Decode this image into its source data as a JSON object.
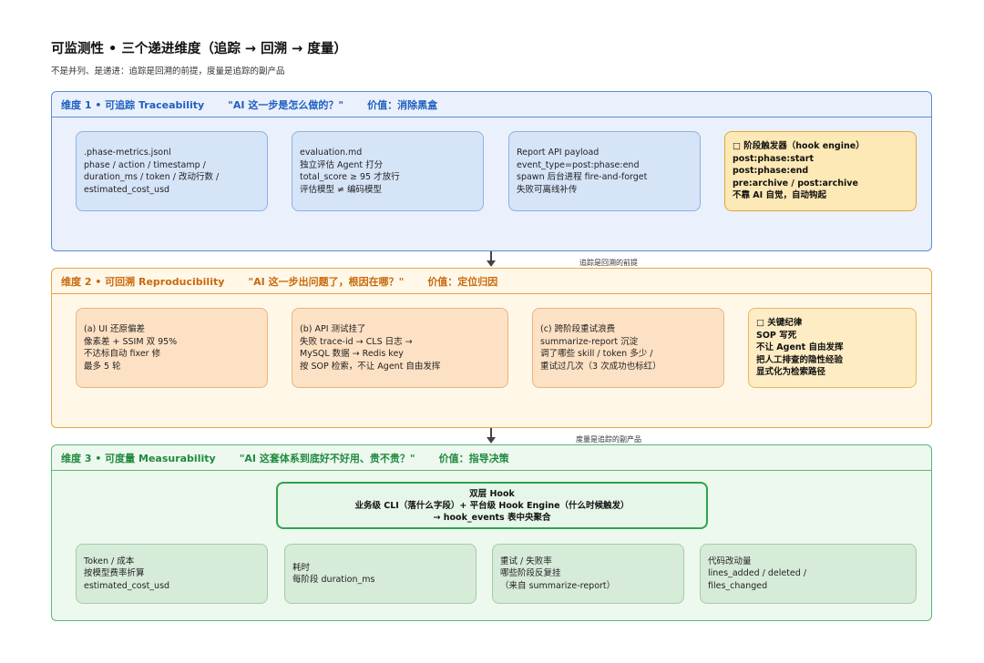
{
  "title": "可监测性 • 三个递进维度（追踪 → 回溯 → 度量）",
  "subtitle": "不是并列、是递进：追踪是回溯的前提，度量是追踪的副产品",
  "dim1": {
    "header": {
      "name": "维度 1 • 可追踪 Traceability",
      "question": "\"AI 这一步是怎么做的？\"",
      "value": "价值：消除黑盒"
    },
    "boxes": [
      {
        "lines": [
          ".phase-metrics.jsonl",
          "phase / action / timestamp /",
          "duration_ms / token / 改动行数 /",
          "estimated_cost_usd"
        ]
      },
      {
        "lines": [
          "evaluation.md",
          "独立评估 Agent 打分",
          "total_score ≥ 95 才放行",
          "评估模型 ≠ 编码模型"
        ]
      },
      {
        "lines": [
          "Report API payload",
          "event_type=post:phase:end",
          "spawn 后台进程 fire-and-forget",
          "失败可离线补传"
        ]
      }
    ],
    "highlight": {
      "lines": [
        "□ 阶段触发器（hook engine）",
        "post:phase:start",
        "post:phase:end",
        "pre:archive / post:archive",
        "不靠 AI 自觉，自动钩起"
      ]
    }
  },
  "arrow1_label": "追踪是回溯的前提",
  "dim2": {
    "header": {
      "name": "维度 2 • 可回溯 Reproducibility",
      "question": "\"AI 这一步出问题了，根因在哪？\"",
      "value": "价值：定位归因"
    },
    "boxes": [
      {
        "lines": [
          "(a) UI 还原偏差",
          "像素差 + SSIM 双 95%",
          "不达标自动 fixer 修",
          "最多 5 轮"
        ]
      },
      {
        "lines": [
          "(b) API 测试挂了",
          "失败 trace-id → CLS 日志 →",
          "MySQL 数据 → Redis key",
          "按 SOP 检索，不让 Agent 自由发挥"
        ]
      },
      {
        "lines": [
          "(c) 跨阶段重试浪费",
          "summarize-report 沉淀",
          "调了哪些 skill / token 多少 /",
          "重试过几次（3 次成功也标红）"
        ]
      }
    ],
    "highlight": {
      "lines": [
        "□ 关键纪律",
        "SOP 写死",
        "不让 Agent 自由发挥",
        "把人工排查的隐性经验",
        "显式化为检索路径"
      ]
    }
  },
  "arrow2_label": "度量是追踪的副产品",
  "dim3": {
    "header": {
      "name": "维度 3 • 可度量 Measurability",
      "question": "\"AI 这套体系到底好不好用、贵不贵？\"",
      "value": "价值：指导决策"
    },
    "hook": {
      "lines": [
        "双层 Hook",
        "业务级 CLI（落什么字段）+ 平台级 Hook Engine（什么时候触发）",
        "→ hook_events 表中央聚合"
      ]
    },
    "boxes": [
      {
        "lines": [
          "Token / 成本",
          "按模型费率折算",
          "estimated_cost_usd"
        ]
      },
      {
        "lines": [
          "耗时",
          "每阶段 duration_ms"
        ]
      },
      {
        "lines": [
          "重试 / 失败率",
          "哪些阶段反复挂",
          "（来自 summarize-report）"
        ]
      },
      {
        "lines": [
          "代码改动量",
          "lines_added / deleted /",
          "files_changed"
        ]
      }
    ]
  }
}
